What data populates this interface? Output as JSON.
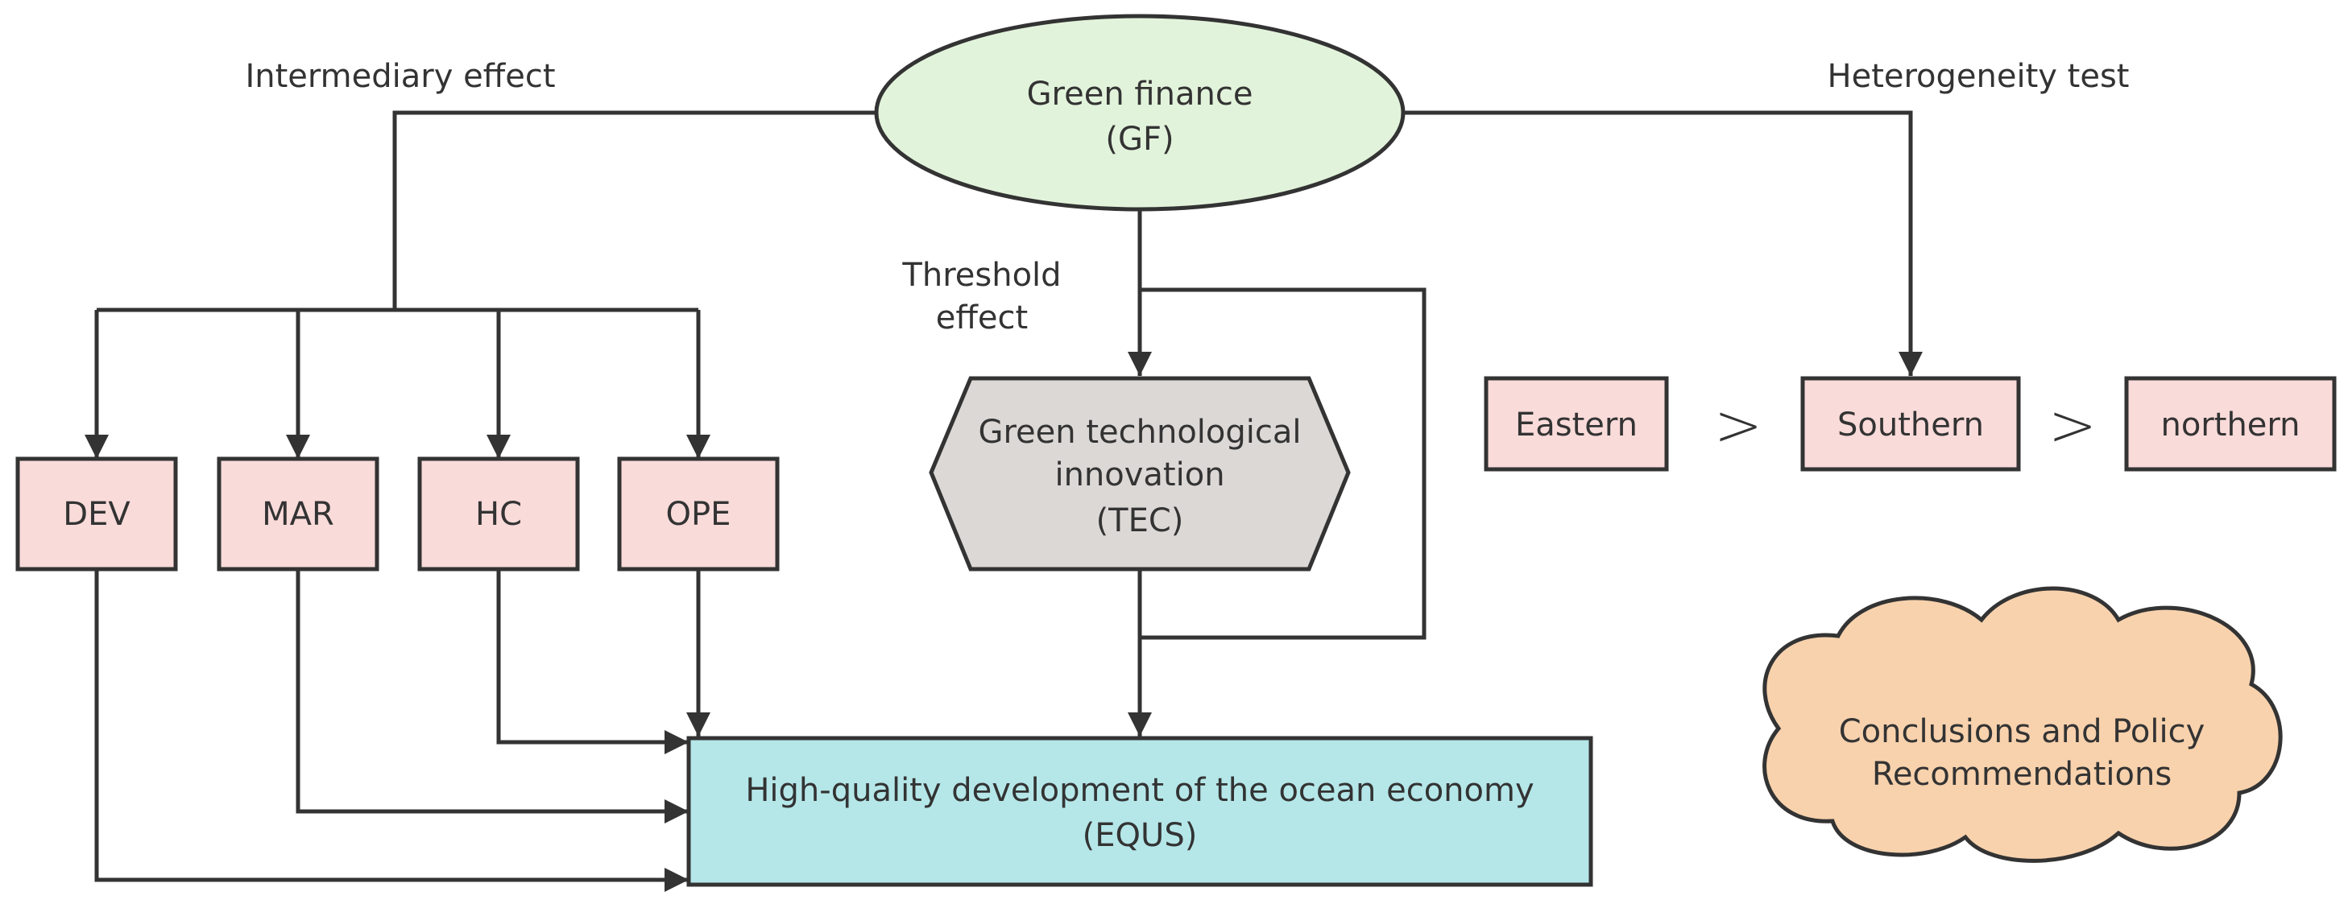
{
  "colors": {
    "ellipse_fill": "#e2f3db",
    "box_fill": "#f9dbda",
    "hexagon_fill": "#dcd8d6",
    "target_fill": "#b5e7e9",
    "cloud_fill": "#f8d2ad",
    "line": "#333333"
  },
  "labels": {
    "intermediary": "Intermediary effect",
    "threshold_line1": "Threshold",
    "threshold_line2": "effect",
    "heterogeneity": "Heterogeneity test"
  },
  "nodes": {
    "gf": {
      "line1": "Green finance",
      "line2": "(GF)"
    },
    "dev": "DEV",
    "mar": "MAR",
    "hc": "HC",
    "ope": "OPE",
    "tec": {
      "line1": "Green technological",
      "line2": "innovation",
      "line3": "(TEC)"
    },
    "equs": {
      "line1": "High-quality development of the ocean economy",
      "line2": "(EQUS)"
    },
    "eastern": "Eastern",
    "southern": "Southern",
    "northern": "northern",
    "greater_than_1": ">",
    "greater_than_2": ">",
    "conclusions": {
      "line1": "Conclusions and Policy",
      "line2": "Recommendations"
    }
  }
}
